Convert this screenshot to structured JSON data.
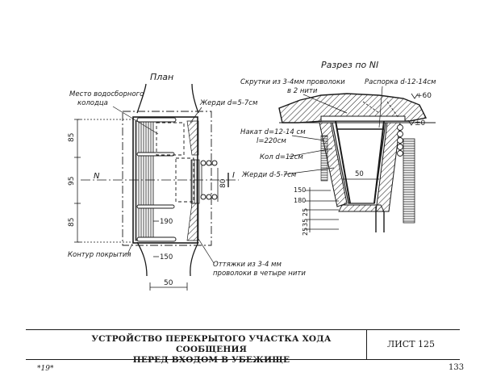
{
  "plan": {
    "title": "План",
    "labels": {
      "well": [
        "Место водосборного",
        "колодца"
      ],
      "poles_top": "Жерди d=5-7см",
      "roof_outline": "Контур покрытия",
      "ties": [
        "Оттяжки из 3-4 мм",
        "проволоки в четыре нити"
      ],
      "section_mark_left": "N",
      "section_mark_right": "I"
    },
    "dims": [
      "85",
      "95",
      "85",
      "80",
      "190",
      "150",
      "50"
    ]
  },
  "section": {
    "title": "Разрез по NI",
    "labels": {
      "twists": [
        "Скрутки из 3-4мм проволоки",
        "в 2 нити"
      ],
      "brace": "Распорка d-12-14см",
      "rollout": [
        "Накат d=12-14 см",
        "l=220см"
      ],
      "stake": "Кол d=12см",
      "poles": "Жерди d-5-7см"
    },
    "levels": [
      "+60",
      "±0"
    ],
    "dims": [
      "50",
      "150",
      "180",
      "25",
      "35",
      "25"
    ]
  },
  "title_block": {
    "title_line1": "УСТРОЙСТВО ПЕРЕКРЫТОГО УЧАСТКА ХОДА СООБЩЕНИЯ",
    "title_line2": "ПЕРЕД ВХОДОМ В УБЕЖИЩЕ",
    "sheet": "ЛИСТ 125"
  },
  "footer": {
    "left": "*19*",
    "page": "133"
  }
}
